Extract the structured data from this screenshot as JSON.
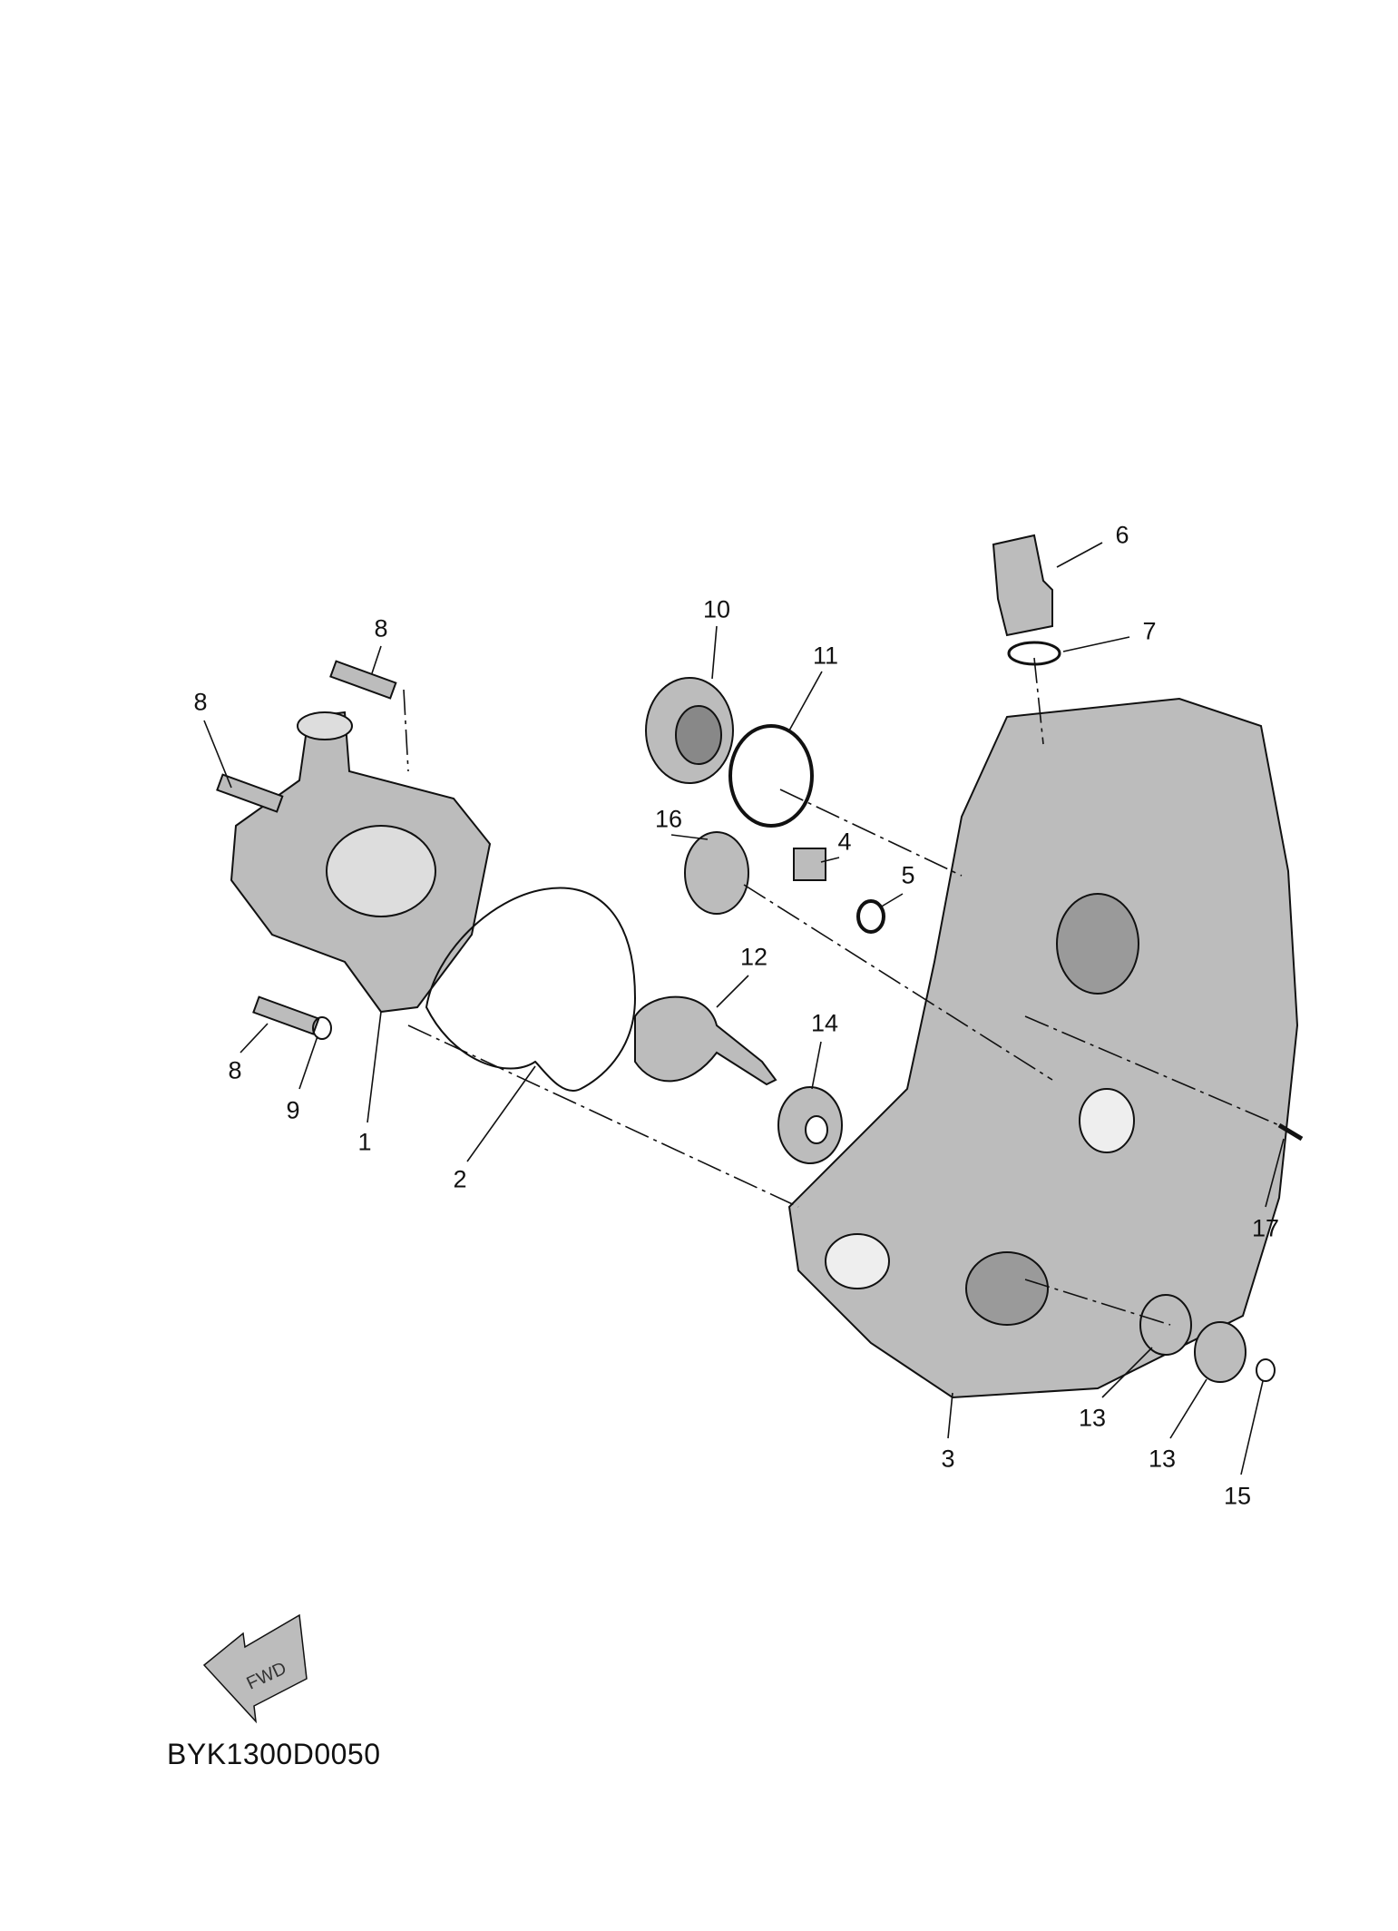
{
  "diagram": {
    "code": "BYK1300D0050",
    "fwd_text": "FWD",
    "callouts": {
      "c1": "1",
      "c2": "2",
      "c3": "3",
      "c4": "4",
      "c5": "5",
      "c6": "6",
      "c7": "7",
      "c8a": "8",
      "c8b": "8",
      "c8c": "8",
      "c9": "9",
      "c10": "10",
      "c11": "11",
      "c12": "12",
      "c13a": "13",
      "c13b": "13",
      "c14": "14",
      "c15": "15",
      "c16": "16",
      "c17": "17"
    },
    "colors": {
      "part_fill": "#bcbcbc",
      "line": "#111111"
    }
  }
}
